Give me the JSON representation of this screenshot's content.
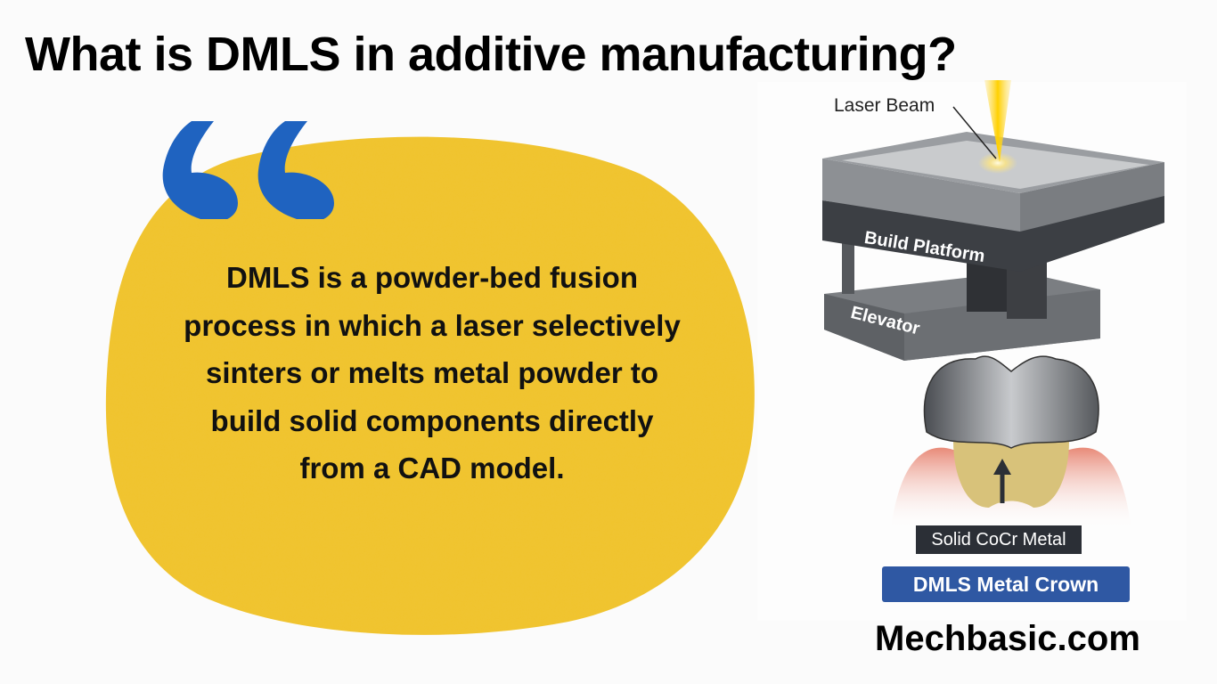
{
  "header": {
    "title": "What is DMLS in additive manufacturing?"
  },
  "quote": {
    "lines": [
      "DMLS is a powder-bed fusion",
      "process in which a laser selectively",
      "sinters or melts metal powder to",
      "build solid components directly",
      "from a CAD model."
    ],
    "quote_icon": "quote-open-icon",
    "quote_color": "#1f63c0",
    "background_color": "#f1c22e"
  },
  "illustration": {
    "machine_labels": {
      "laser": "Laser Beam",
      "platform": "Build Platform",
      "elevator": "Elevator"
    },
    "crown_label": "Solid CoCr Metal",
    "badge": "DMLS Metal Crown",
    "badge_color": "#2f58a3"
  },
  "footer": {
    "site": "Mechbasic.com"
  }
}
